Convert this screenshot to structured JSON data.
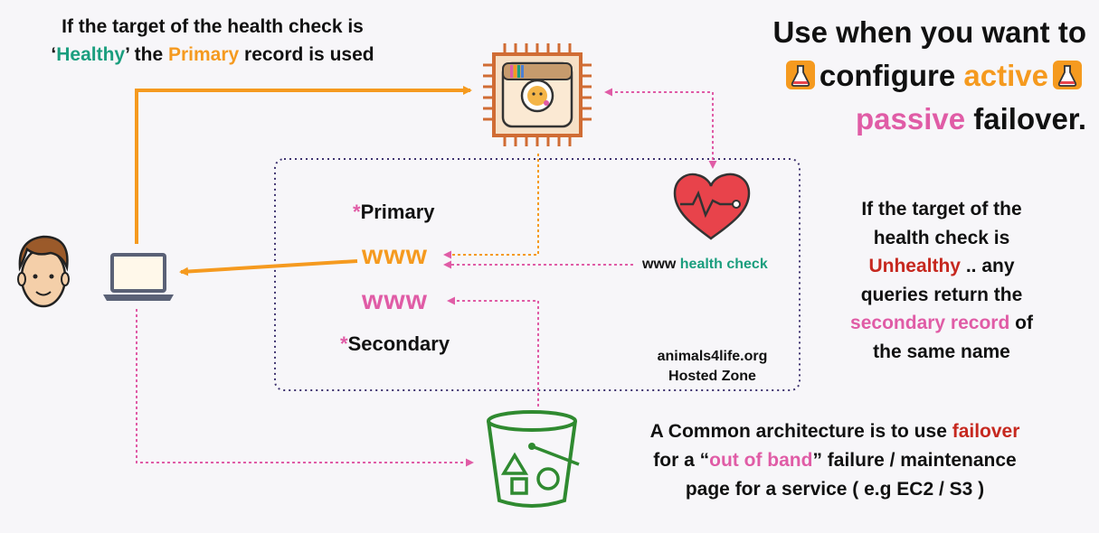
{
  "top_note": {
    "line1": "If the target of the health check is",
    "open_quote": "‘",
    "healthy": "Healthy",
    "close_quote": "’",
    "the": " the ",
    "primary": "Primary",
    "rest": " record is used"
  },
  "title": {
    "line1": "Use when you want to",
    "configure": "configure ",
    "active": "active",
    "passive": "passive",
    "failover": " failover."
  },
  "zone": {
    "primary_star": "*",
    "primary_label": "Primary",
    "secondary_star": "*",
    "secondary_label": "Secondary",
    "www_primary": "www",
    "www_secondary": "www",
    "health_www": "www ",
    "health_check": "health check",
    "zone_name": "animals4life.org",
    "zone_type": "Hosted Zone"
  },
  "right_note": {
    "l1": "If the target of the",
    "l2": "health check is",
    "unhealthy": "Unhealthy",
    "l3_rest": " .. any",
    "l4": "queries return the",
    "secondary_record": "secondary record",
    "l5_rest": " of",
    "l6": "the same name"
  },
  "bottom_note": {
    "l1_start": "A Common architecture is to use ",
    "failover": "failover",
    "l2_start": "for a “",
    "out_of_band": "out of band",
    "l2_rest": "” failure / maintenance",
    "l3": "page for a service ( e.g EC2 / S3 )"
  },
  "icons": [
    "user-face-icon",
    "laptop-icon",
    "ec2-instance-chip-icon",
    "heart-health-icon",
    "s3-bucket-icon",
    "flask-icon"
  ],
  "colors": {
    "orange": "#f59a1f",
    "pink": "#e05ca6",
    "green": "#1a9e7e",
    "red": "#c6281f",
    "zone_border": "#3f3470",
    "bucket": "#2f8a30"
  }
}
